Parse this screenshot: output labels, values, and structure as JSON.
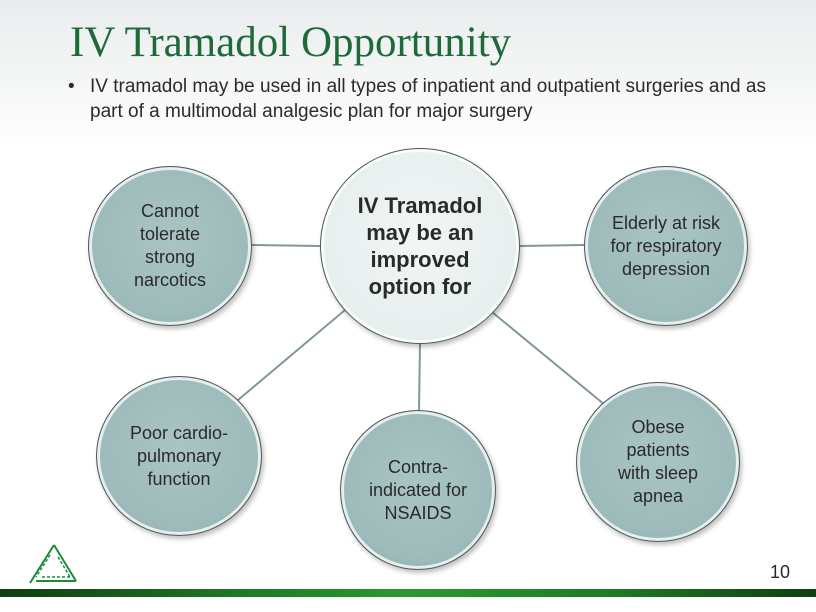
{
  "title": "IV Tramadol Opportunity",
  "bullet": "IV tramadol may be used in all types of inpatient and outpatient surgeries and as part of a multimodal analgesic plan for major surgery",
  "diagram": {
    "center": "IV Tramadol may be an improved option for",
    "nodes": [
      "Cannot tolerate strong narcotics",
      "Elderly at risk for respiratory depression",
      "Poor cardio-pulmonary function",
      "Contra-indicated for NSAIDS",
      "Obese patients with sleep apnea"
    ]
  },
  "page_number": "10",
  "colors": {
    "title": "#1e6a3b",
    "circle": "#9dbbba",
    "bar": "#1f7a25"
  }
}
